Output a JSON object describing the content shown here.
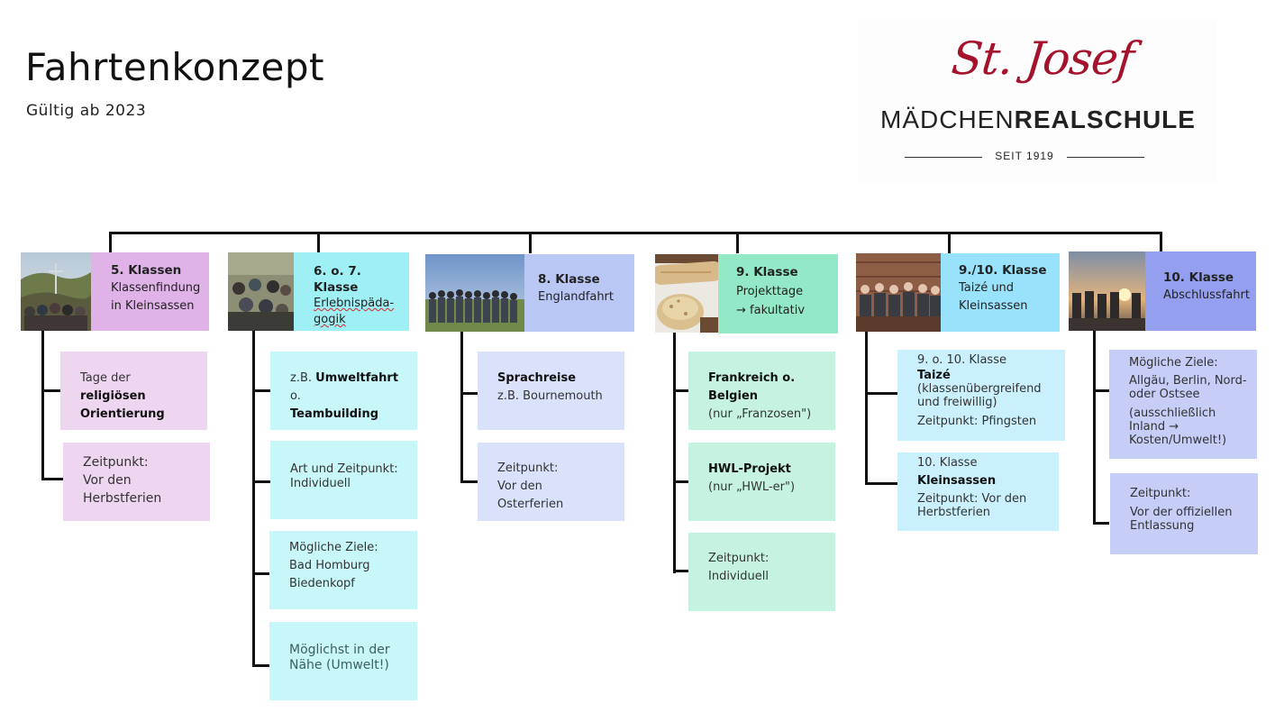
{
  "page": {
    "title": "Fahrtenkonzept",
    "subtitle": "Gültig ab 2023"
  },
  "logo": {
    "script": "St. Josef",
    "name_light": "MÄDCHEN",
    "name_bold": "REALSCHULE",
    "since": "SEIT 1919"
  },
  "columns": [
    {
      "header": {
        "heading": "5. Klassen",
        "lines": [
          "Klassenfindung",
          "in Kleinsassen"
        ],
        "color": "#dfb2e8"
      },
      "photo": "klassen5-photo",
      "boxes": [
        {
          "lines": [
            {
              "pre": "Tage der ",
              "bold": "religiösen"
            },
            {
              "bold": "Orientierung"
            }
          ],
          "color": "#eed6f1"
        },
        {
          "lines": [
            {
              "pre": "Zeitpunkt:"
            },
            {
              "pre": "Vor den"
            },
            {
              "pre": "Herbstferien"
            }
          ],
          "color": "#eed6f1"
        }
      ]
    },
    {
      "header": {
        "heading": "6. o. 7. Klasse",
        "lines": [
          "Erlebnispäda-",
          "gogik"
        ],
        "color": "#9ff0f5"
      },
      "photo": "klasse6-photo",
      "boxes": [
        {
          "lines": [
            {
              "pre": "z.B. ",
              "bold": "Umweltfahrt",
              "post": " o."
            },
            {
              "bold": "Teambuilding"
            }
          ],
          "color": "#c7f7f9"
        },
        {
          "lines": [
            {
              "pre": "Art und Zeitpunkt:"
            },
            {
              "pre": "Individuell"
            }
          ],
          "color": "#c7f7f9"
        },
        {
          "lines": [
            {
              "pre": "Mögliche Ziele:"
            },
            {
              "pre": "Bad Homburg"
            },
            {
              "pre": "Biedenkopf"
            }
          ],
          "color": "#c7f7f9"
        },
        {
          "lines": [
            {
              "pre": "Möglichst in der"
            },
            {
              "pre": "Nähe (Umwelt!)"
            }
          ],
          "color": "#c7f7f9"
        }
      ]
    },
    {
      "header": {
        "heading": "8. Klasse",
        "lines": [
          "Englandfahrt"
        ],
        "color": "#b9c7f4"
      },
      "photo": "klasse8-photo",
      "boxes": [
        {
          "lines": [
            {
              "bold": "Sprachreise"
            },
            {
              "pre": "z.B. Bournemouth"
            }
          ],
          "color": "#dae2fb"
        },
        {
          "lines": [
            {
              "pre": "Zeitpunkt:"
            },
            {
              "pre": "Vor den Osterferien"
            }
          ],
          "color": "#dae2fb"
        }
      ]
    },
    {
      "header": {
        "heading": "9. Klasse",
        "lines": [
          "Projekttage",
          "→ fakultativ"
        ],
        "color": "#93e9c6"
      },
      "photo": "klasse9-photo",
      "boxes": [
        {
          "lines": [
            {
              "bold": "Frankreich o. Belgien"
            },
            {
              "pre": "(nur „Franzosen\")"
            }
          ],
          "color": "#c6f3e0"
        },
        {
          "lines": [
            {
              "bold": "HWL-Projekt"
            },
            {
              "pre": "(nur „HWL-er\")"
            }
          ],
          "color": "#c6f3e0"
        },
        {
          "lines": [
            {
              "pre": "Zeitpunkt:"
            },
            {
              "pre": "Individuell"
            }
          ],
          "color": "#c6f3e0"
        }
      ]
    },
    {
      "header": {
        "heading": "9./10. Klasse",
        "lines": [
          "Taizé und",
          "Kleinsassen"
        ],
        "color": "#98e2fb"
      },
      "photo": "klasse910-photo",
      "boxes": [
        {
          "lines": [
            {
              "pre": "9. o. 10. Klasse"
            },
            {
              "bold": "Taizé"
            },
            {
              "pre": "(klassenübergreifend"
            },
            {
              "pre": "und freiwillig)"
            },
            {
              "pre": "Zeitpunkt: Pfingsten"
            }
          ],
          "color": "#c9f0fc"
        },
        {
          "lines": [
            {
              "pre": "10. Klasse"
            },
            {
              "bold": "Kleinsassen"
            },
            {
              "pre": "Zeitpunkt: Vor den"
            },
            {
              "pre": "Herbstferien"
            }
          ],
          "color": "#c9f0fc"
        }
      ]
    },
    {
      "header": {
        "heading": "10. Klasse",
        "lines": [
          "Abschlussfahrt"
        ],
        "color": "#94a0ef"
      },
      "photo": "klasse10-photo",
      "boxes": [
        {
          "lines": [
            {
              "pre": "Mögliche Ziele:"
            },
            {
              "pre": "Allgäu, Berlin, Nord-"
            },
            {
              "pre": "oder Ostsee"
            },
            {
              "pre": "(ausschließlich"
            },
            {
              "pre": "Inland →"
            },
            {
              "pre": "Kosten/Umwelt!)"
            }
          ],
          "color": "#c6cdf7"
        },
        {
          "lines": [
            {
              "pre": "Zeitpunkt:"
            },
            {
              "pre": "Vor der offiziellen"
            },
            {
              "pre": "Entlassung"
            }
          ],
          "color": "#c6cdf7"
        }
      ]
    }
  ]
}
